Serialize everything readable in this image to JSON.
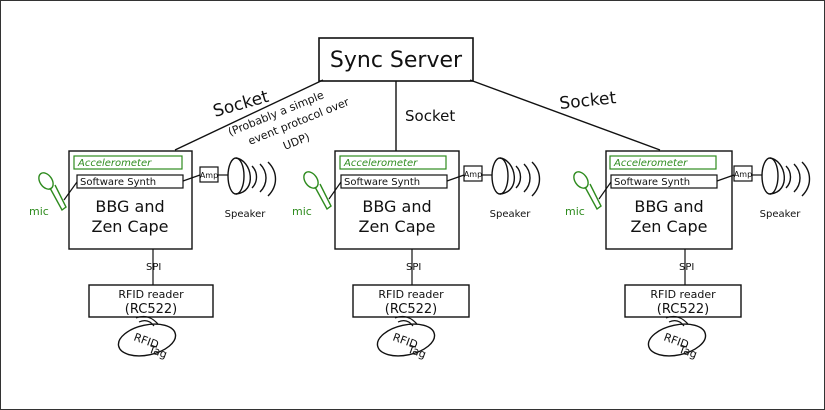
{
  "server": {
    "label": "Sync Server"
  },
  "links": [
    {
      "label": "Socket",
      "note_lines": [
        "(Probably a simple",
        "event protocol over",
        "UDP)"
      ]
    },
    {
      "label": "Socket",
      "note_lines": []
    },
    {
      "label": "Socket",
      "note_lines": []
    }
  ],
  "nodes": [
    {
      "accelerometer": "Accelerometer",
      "synth": "Software Synth",
      "board_line1": "BBG and",
      "board_line2": "Zen Cape",
      "amp": "Amp",
      "speaker": "Speaker",
      "mic": "mic",
      "bus": "SPI",
      "reader_line1": "RFID reader",
      "reader_line2": "(RC522)",
      "tag_line1": "RFID",
      "tag_line2": "Tag"
    },
    {
      "accelerometer": "Accelerometer",
      "synth": "Software Synth",
      "board_line1": "BBG and",
      "board_line2": "Zen Cape",
      "amp": "Amp",
      "speaker": "Speaker",
      "mic": "mic",
      "bus": "SPI",
      "reader_line1": "RFID reader",
      "reader_line2": "(RC522)",
      "tag_line1": "RFID",
      "tag_line2": "Tag"
    },
    {
      "accelerometer": "Accelerometer",
      "synth": "Software Synth",
      "board_line1": "BBG and",
      "board_line2": "Zen Cape",
      "amp": "Amp",
      "speaker": "Speaker",
      "mic": "mic",
      "bus": "SPI",
      "reader_line1": "RFID reader",
      "reader_line2": "(RC522)",
      "tag_line1": "RFID",
      "tag_line2": "Tag"
    }
  ],
  "colors": {
    "ink": "#111111",
    "green": "#2e8b1e",
    "frame": "#333333"
  }
}
